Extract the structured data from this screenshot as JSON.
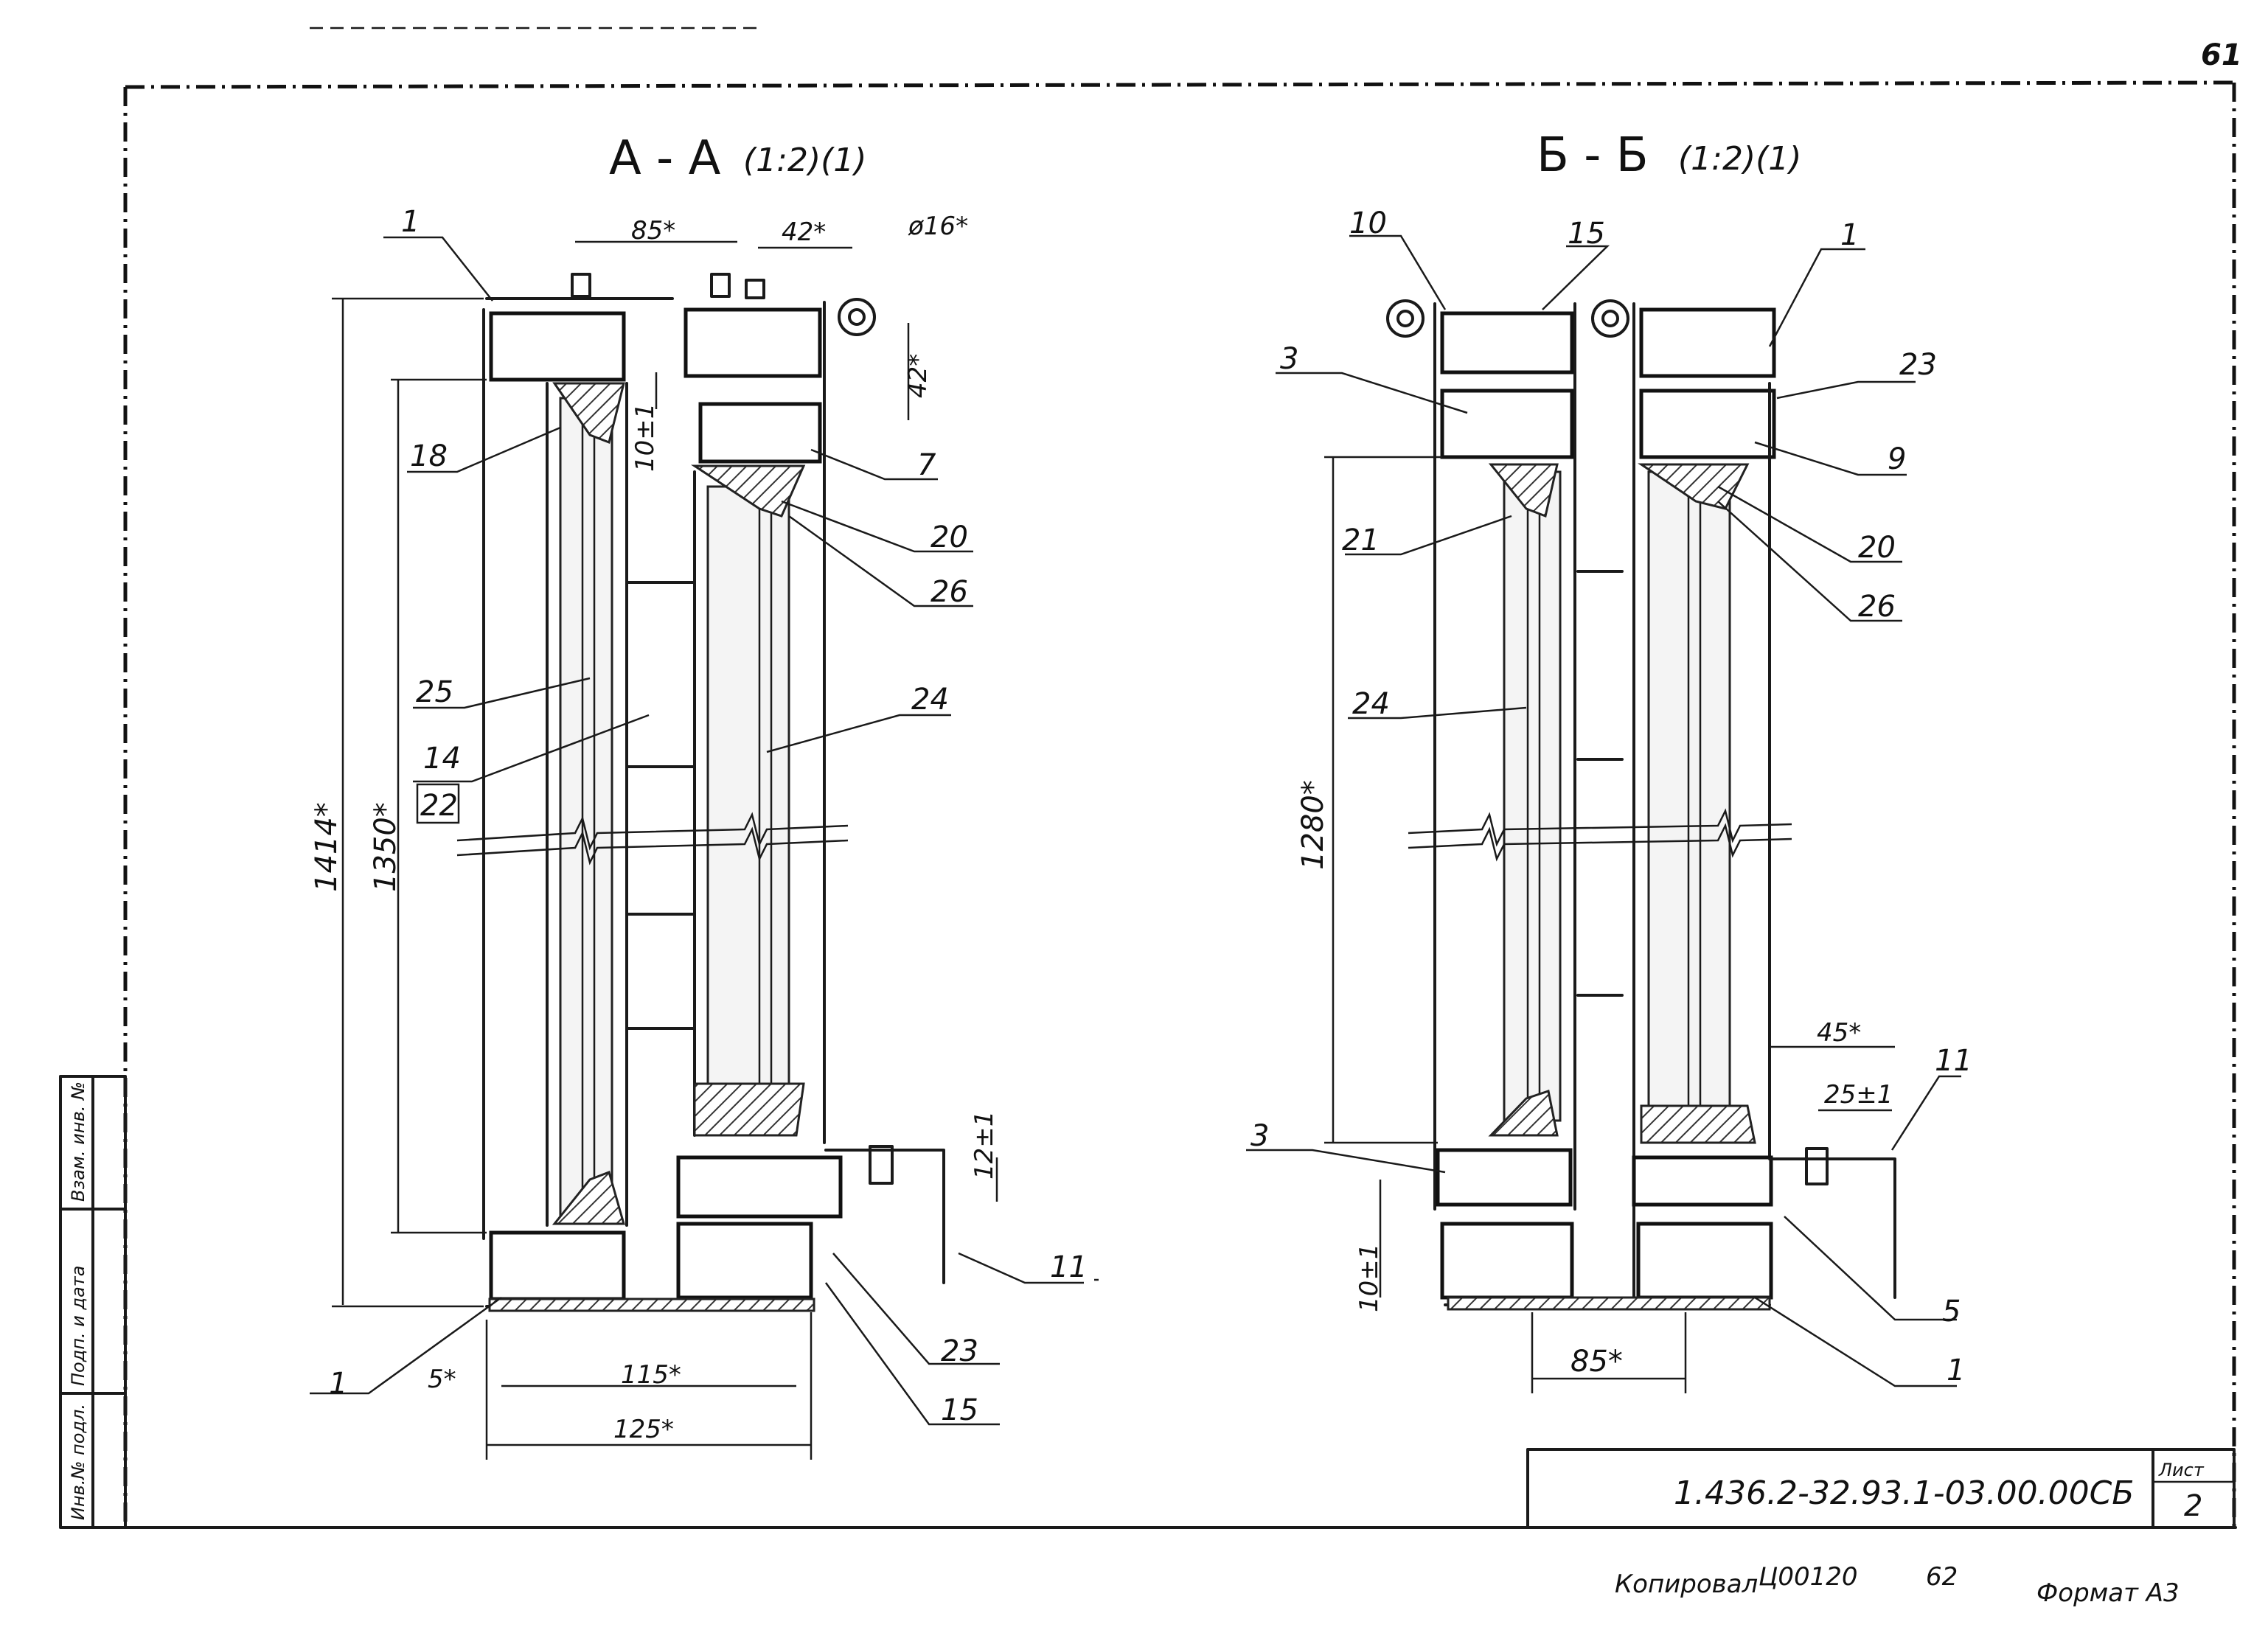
{
  "sheet": {
    "page_number": "61",
    "document_code": "1.436.2-32.93.1-03.00.00СБ",
    "sheet_label": "Лист",
    "sheet_value": "2",
    "footer_copied": "Копировал",
    "footer_code": "Ц00120",
    "footer_num": "62",
    "footer_format": "Формат А3"
  },
  "side_stamp": {
    "col1": "Инв.№ подл.",
    "col2": "Подп. и дата",
    "col3": "Взам. инв. №"
  },
  "view_aa": {
    "title_main": "А - А",
    "title_scale": "(1:2)(1)",
    "dims": {
      "d85": "85*",
      "d42top": "42*",
      "d16": "ø16*",
      "d42side": "42*",
      "d10": "10±1",
      "d1414": "1414*",
      "d1350": "1350*",
      "d12": "12±1",
      "d5": "5*",
      "d115": "115*",
      "d125": "125*"
    },
    "labels": {
      "l1top": "1",
      "l18": "18",
      "l7": "7",
      "l20": "20",
      "l26": "26",
      "l25": "25",
      "l14": "14",
      "l22": "22",
      "l24": "24",
      "l1bot": "1",
      "l23": "23",
      "l15": "15",
      "l11": "11"
    }
  },
  "view_bb": {
    "title_main": "Б - Б",
    "title_scale": "(1:2)(1)",
    "dims": {
      "d1280": "1280*",
      "d45": "45*",
      "d25": "25±1",
      "d10": "10±1",
      "d85": "85*"
    },
    "labels": {
      "l10": "10",
      "l15": "15",
      "l1top": "1",
      "l3top": "3",
      "l23": "23",
      "l9": "9",
      "l21": "21",
      "l20": "20",
      "l26": "26",
      "l24": "24",
      "l3bot": "3",
      "l11": "11",
      "l5": "5",
      "l1bot": "1"
    }
  }
}
